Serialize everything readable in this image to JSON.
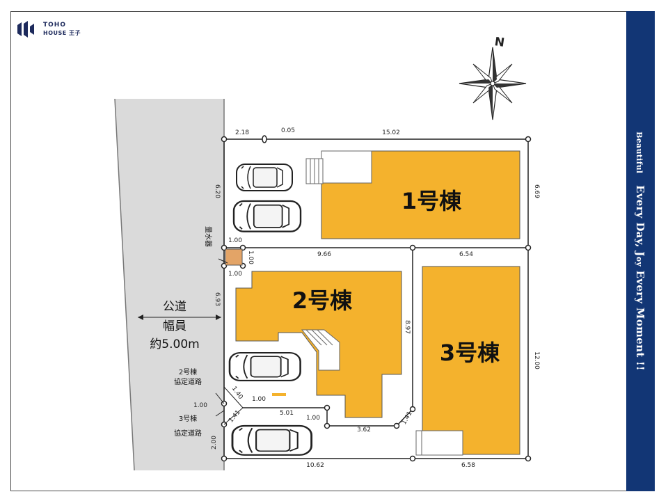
{
  "brand": {
    "name": "TOHO",
    "sub": "HOUSE 王子"
  },
  "tagline": {
    "w1": "Beautiful",
    "w2": "Every Day,",
    "j1": "J",
    "j2": "oy",
    "w3": "Every Moment !!"
  },
  "north_label": "N",
  "buildings": {
    "b1": "1号棟",
    "b2": "2号棟",
    "b3": "3号棟"
  },
  "road": {
    "line1": "公道",
    "line2": "幅員",
    "line3": "約5.00m"
  },
  "labels": {
    "b2_road_1": "2号棟",
    "b2_road_2": "協定道路",
    "b3_road_1": "3号棟",
    "b3_road_2": "協定道路",
    "meter": "量水器"
  },
  "dimensions": {
    "top_left": "2.18",
    "top_small": "0.05",
    "top_main": "15.02",
    "left_upper": "6.20",
    "right_upper": "6.69",
    "sq_top": "1.00",
    "sq_bottom": "1.00",
    "sq_side": "1.00",
    "mid_left": "9.66",
    "mid_right": "6.54",
    "left_mid": "6.93",
    "center_vert": "8.97",
    "right_lower": "12.00",
    "road_width": "1.00",
    "diag_a": "1.40",
    "diag_b": "1.41",
    "bottom_a": "1.00",
    "diag_c": "5.01",
    "small_c": "1.00",
    "step": "3.62",
    "diag_d": "1.41",
    "left_bottom": "2.00",
    "bottom_left": "10.62",
    "bottom_right": "6.58"
  }
}
